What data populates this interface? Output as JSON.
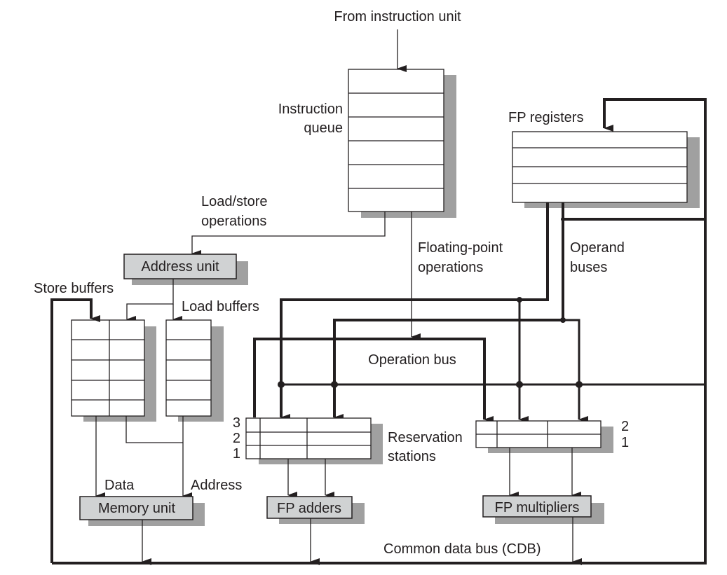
{
  "diagram": {
    "title": "Tomasulo FP unit",
    "labels": {
      "from_instruction_unit": "From instruction unit",
      "instruction_queue_line1": "Instruction",
      "instruction_queue_line2": "queue",
      "fp_registers": "FP registers",
      "load_store_line1": "Load/store",
      "load_store_line2": "operations",
      "fp_ops_line1": "Floating-point",
      "fp_ops_line2": "operations",
      "operand_buses_line1": "Operand",
      "operand_buses_line2": "buses",
      "store_buffers": "Store buffers",
      "load_buffers": "Load buffers",
      "operation_bus": "Operation bus",
      "reservation_line1": "Reservation",
      "reservation_line2": "stations",
      "data": "Data",
      "address": "Address",
      "cdb": "Common data bus (CDB)"
    },
    "units": {
      "address_unit": "Address unit",
      "memory_unit": "Memory unit",
      "fp_adders": "FP adders",
      "fp_multipliers": "FP multipliers"
    },
    "adder_station_numbers": [
      "3",
      "2",
      "1"
    ],
    "multiplier_station_numbers": [
      "2",
      "1"
    ]
  }
}
